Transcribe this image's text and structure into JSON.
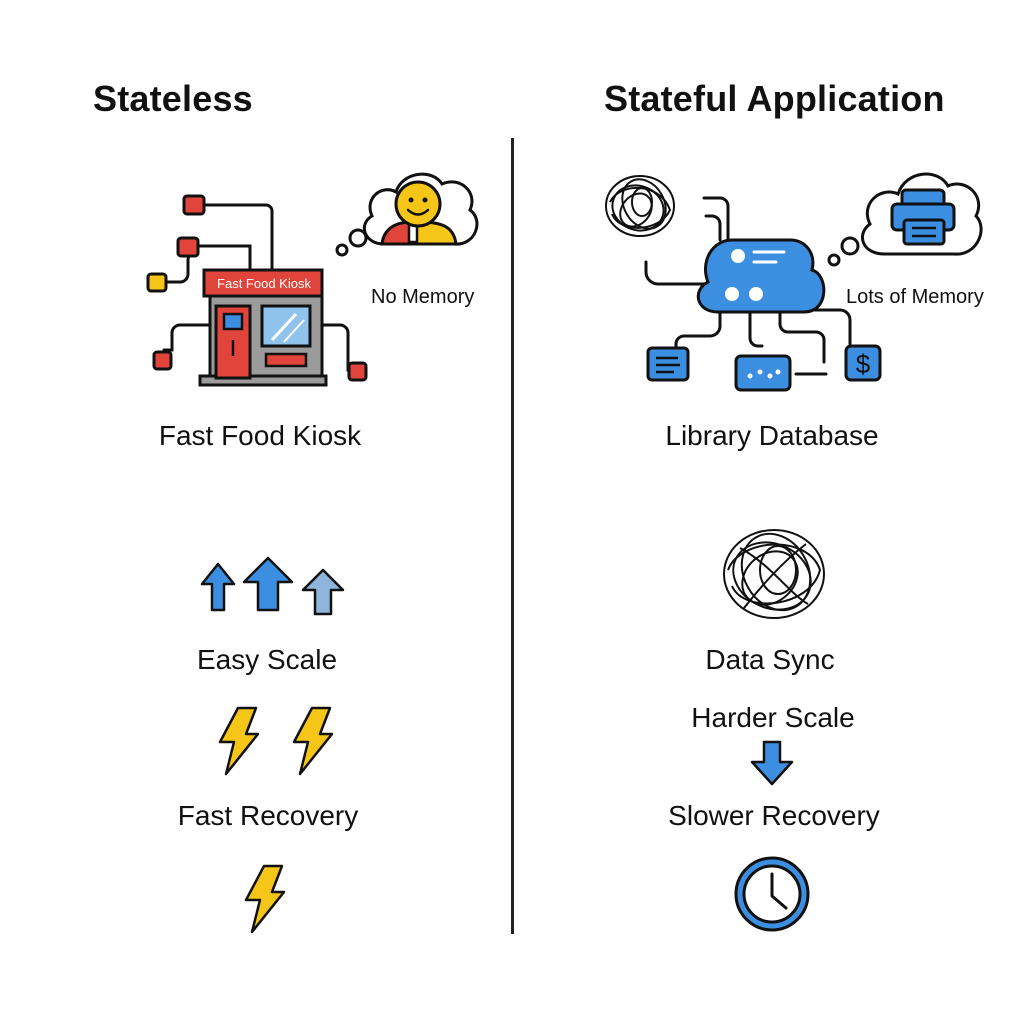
{
  "left": {
    "title": "Stateless",
    "kiosk_sign": "Fast Food Kiosk",
    "thought": "No Memory",
    "example": "Fast Food Kiosk",
    "scale": "Easy Scale",
    "recovery": "Fast Recovery"
  },
  "right": {
    "title": "Stateful Application",
    "thought": "Lots of Memory",
    "example": "Library Database",
    "sync": "Data Sync",
    "scale": "Harder Scale",
    "recovery": "Slower Recovery"
  },
  "colors": {
    "red": "#e0443a",
    "yellow": "#f5c518",
    "blue": "#3c8ee0",
    "light_blue": "#8fb5dc",
    "gray": "#9b9b9b",
    "ink": "#111111"
  },
  "icons": {
    "kiosk": "kiosk-icon",
    "server": "cloud-server-icon",
    "scale_up": "up-arrows-icon",
    "scale_down": "down-arrow-icon",
    "fast": "lightning-icon",
    "slow": "clock-icon",
    "tangle": "tangle-icon"
  }
}
